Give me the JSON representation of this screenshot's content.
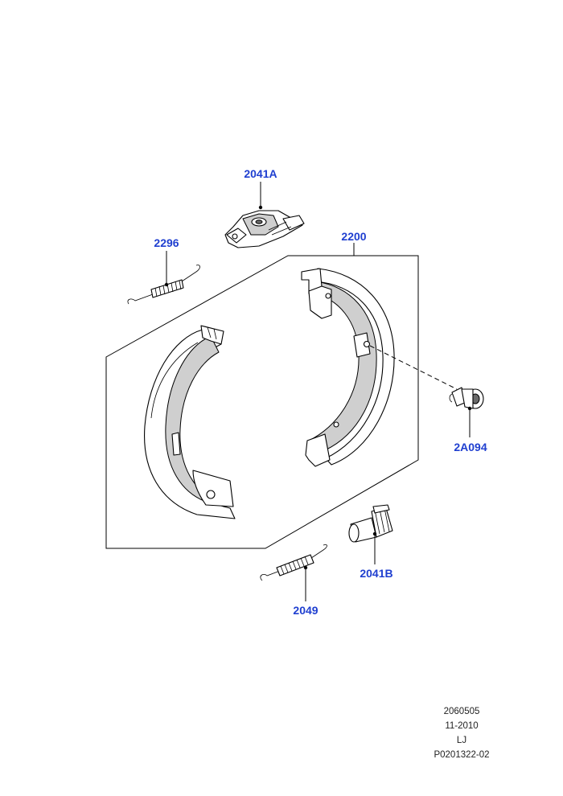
{
  "callouts": {
    "adjuster_top": "2041A",
    "spring_upper": "2296",
    "shoe_kit": "2200",
    "pin": "2A094",
    "adjuster_bottom": "2041B",
    "spring_lower": "2049"
  },
  "footer": {
    "code": "2060505",
    "date": "11-2010",
    "initials": "LJ",
    "reference": "P0201322-02"
  },
  "colors": {
    "callout": "#1f3fd0",
    "line": "#000000"
  }
}
